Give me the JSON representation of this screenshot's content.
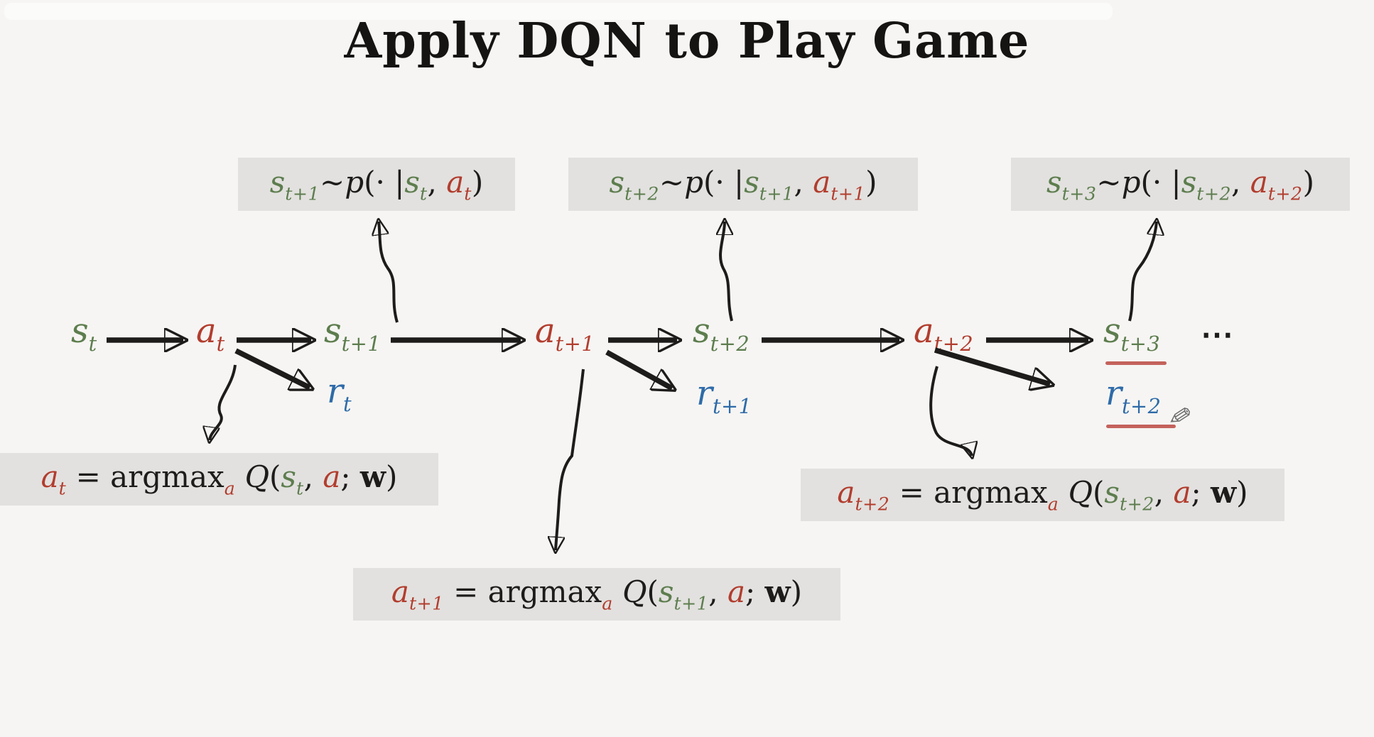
{
  "title": "Apply DQN to Play Game",
  "colors": {
    "background": "#f6f5f3",
    "box_bg": "#e2e1df",
    "text": "#1d1c1a",
    "state": "#5d7d4e",
    "action": "#b23d2e",
    "reward": "#2e6ba8",
    "underline": "#c4625c",
    "pencil_color": "#6e6e6e"
  },
  "transition_labels": [
    {
      "tokens": [
        {
          "t": "s",
          "c": "state",
          "i": 1
        },
        {
          "t": "t+1",
          "c": "state",
          "sub": 1,
          "i": 1
        },
        {
          "t": "∼",
          "c": "text"
        },
        {
          "t": "p",
          "c": "text",
          "i": 1
        },
        {
          "t": "(· |",
          "c": "text"
        },
        {
          "t": "s",
          "c": "state",
          "i": 1
        },
        {
          "t": "t",
          "c": "state",
          "sub": 1,
          "i": 1
        },
        {
          "t": ", ",
          "c": "text"
        },
        {
          "t": "a",
          "c": "action",
          "i": 1
        },
        {
          "t": "t",
          "c": "action",
          "sub": 1,
          "i": 1
        },
        {
          "t": ")",
          "c": "text"
        }
      ]
    },
    {
      "tokens": [
        {
          "t": "s",
          "c": "state",
          "i": 1
        },
        {
          "t": "t+2",
          "c": "state",
          "sub": 1,
          "i": 1
        },
        {
          "t": "∼",
          "c": "text"
        },
        {
          "t": "p",
          "c": "text",
          "i": 1
        },
        {
          "t": "(· |",
          "c": "text"
        },
        {
          "t": "s",
          "c": "state",
          "i": 1
        },
        {
          "t": "t+1",
          "c": "state",
          "sub": 1,
          "i": 1
        },
        {
          "t": ", ",
          "c": "text"
        },
        {
          "t": "a",
          "c": "action",
          "i": 1
        },
        {
          "t": "t+1",
          "c": "action",
          "sub": 1,
          "i": 1
        },
        {
          "t": ")",
          "c": "text"
        }
      ]
    },
    {
      "tokens": [
        {
          "t": "s",
          "c": "state",
          "i": 1
        },
        {
          "t": "t+3",
          "c": "state",
          "sub": 1,
          "i": 1
        },
        {
          "t": "∼",
          "c": "text"
        },
        {
          "t": "p",
          "c": "text",
          "i": 1
        },
        {
          "t": "(· |",
          "c": "text"
        },
        {
          "t": "s",
          "c": "state",
          "i": 1
        },
        {
          "t": "t+2",
          "c": "state",
          "sub": 1,
          "i": 1
        },
        {
          "t": ", ",
          "c": "text"
        },
        {
          "t": "a",
          "c": "action",
          "i": 1
        },
        {
          "t": "t+2",
          "c": "action",
          "sub": 1,
          "i": 1
        },
        {
          "t": ")",
          "c": "text"
        }
      ]
    }
  ],
  "action_labels": [
    {
      "tokens": [
        {
          "t": "a",
          "c": "action",
          "i": 1
        },
        {
          "t": "t",
          "c": "action",
          "sub": 1,
          "i": 1
        },
        {
          "t": " = ",
          "c": "text"
        },
        {
          "t": "argmax",
          "c": "text"
        },
        {
          "t": "a",
          "c": "action",
          "sub": 1,
          "i": 1
        },
        {
          "t": " ",
          "c": "text"
        },
        {
          "t": "Q",
          "c": "text",
          "i": 1
        },
        {
          "t": "(",
          "c": "text"
        },
        {
          "t": "s",
          "c": "state",
          "i": 1
        },
        {
          "t": "t",
          "c": "state",
          "sub": 1,
          "i": 1
        },
        {
          "t": ", ",
          "c": "text"
        },
        {
          "t": "a",
          "c": "action",
          "i": 1
        },
        {
          "t": "; ",
          "c": "text"
        },
        {
          "t": "w",
          "c": "text",
          "b": 1
        },
        {
          "t": ")",
          "c": "text"
        }
      ]
    },
    {
      "tokens": [
        {
          "t": "a",
          "c": "action",
          "i": 1
        },
        {
          "t": "t+1",
          "c": "action",
          "sub": 1,
          "i": 1
        },
        {
          "t": " = ",
          "c": "text"
        },
        {
          "t": "argmax",
          "c": "text"
        },
        {
          "t": "a",
          "c": "action",
          "sub": 1,
          "i": 1
        },
        {
          "t": " ",
          "c": "text"
        },
        {
          "t": "Q",
          "c": "text",
          "i": 1
        },
        {
          "t": "(",
          "c": "text"
        },
        {
          "t": "s",
          "c": "state",
          "i": 1
        },
        {
          "t": "t+1",
          "c": "state",
          "sub": 1,
          "i": 1
        },
        {
          "t": ", ",
          "c": "text"
        },
        {
          "t": "a",
          "c": "action",
          "i": 1
        },
        {
          "t": "; ",
          "c": "text"
        },
        {
          "t": "w",
          "c": "text",
          "b": 1
        },
        {
          "t": ")",
          "c": "text"
        }
      ]
    },
    {
      "tokens": [
        {
          "t": "a",
          "c": "action",
          "i": 1
        },
        {
          "t": "t+2",
          "c": "action",
          "sub": 1,
          "i": 1
        },
        {
          "t": " = ",
          "c": "text"
        },
        {
          "t": "argmax",
          "c": "text"
        },
        {
          "t": "a",
          "c": "action",
          "sub": 1,
          "i": 1
        },
        {
          "t": " ",
          "c": "text"
        },
        {
          "t": "Q",
          "c": "text",
          "i": 1
        },
        {
          "t": "(",
          "c": "text"
        },
        {
          "t": "s",
          "c": "state",
          "i": 1
        },
        {
          "t": "t+2",
          "c": "state",
          "sub": 1,
          "i": 1
        },
        {
          "t": ", ",
          "c": "text"
        },
        {
          "t": "a",
          "c": "action",
          "i": 1
        },
        {
          "t": "; ",
          "c": "text"
        },
        {
          "t": "w",
          "c": "text",
          "b": 1
        },
        {
          "t": ")",
          "c": "text"
        }
      ]
    }
  ],
  "chain": {
    "states": [
      {
        "tokens": [
          {
            "t": "s",
            "c": "state",
            "i": 1
          },
          {
            "t": "t",
            "c": "state",
            "sub": 1,
            "i": 1
          }
        ]
      },
      {
        "tokens": [
          {
            "t": "s",
            "c": "state",
            "i": 1
          },
          {
            "t": "t+1",
            "c": "state",
            "sub": 1,
            "i": 1
          }
        ]
      },
      {
        "tokens": [
          {
            "t": "s",
            "c": "state",
            "i": 1
          },
          {
            "t": "t+2",
            "c": "state",
            "sub": 1,
            "i": 1
          }
        ]
      },
      {
        "tokens": [
          {
            "t": "s",
            "c": "state",
            "i": 1
          },
          {
            "t": "t+3",
            "c": "state",
            "sub": 1,
            "i": 1
          }
        ]
      }
    ],
    "actions": [
      {
        "tokens": [
          {
            "t": "a",
            "c": "action",
            "i": 1
          },
          {
            "t": "t",
            "c": "action",
            "sub": 1,
            "i": 1
          }
        ]
      },
      {
        "tokens": [
          {
            "t": "a",
            "c": "action",
            "i": 1
          },
          {
            "t": "t+1",
            "c": "action",
            "sub": 1,
            "i": 1
          }
        ]
      },
      {
        "tokens": [
          {
            "t": "a",
            "c": "action",
            "i": 1
          },
          {
            "t": "t+2",
            "c": "action",
            "sub": 1,
            "i": 1
          }
        ]
      }
    ],
    "rewards": [
      {
        "tokens": [
          {
            "t": "r",
            "c": "reward",
            "i": 1
          },
          {
            "t": "t",
            "c": "reward",
            "sub": 1,
            "i": 1
          }
        ]
      },
      {
        "tokens": [
          {
            "t": "r",
            "c": "reward",
            "i": 1
          },
          {
            "t": "t+1",
            "c": "reward",
            "sub": 1,
            "i": 1
          }
        ]
      },
      {
        "tokens": [
          {
            "t": "r",
            "c": "reward",
            "i": 1
          },
          {
            "t": "t+2",
            "c": "reward",
            "sub": 1,
            "i": 1
          }
        ]
      }
    ],
    "ellipsis": "⋯"
  },
  "annotations": {
    "pencil_icon": "✎"
  }
}
